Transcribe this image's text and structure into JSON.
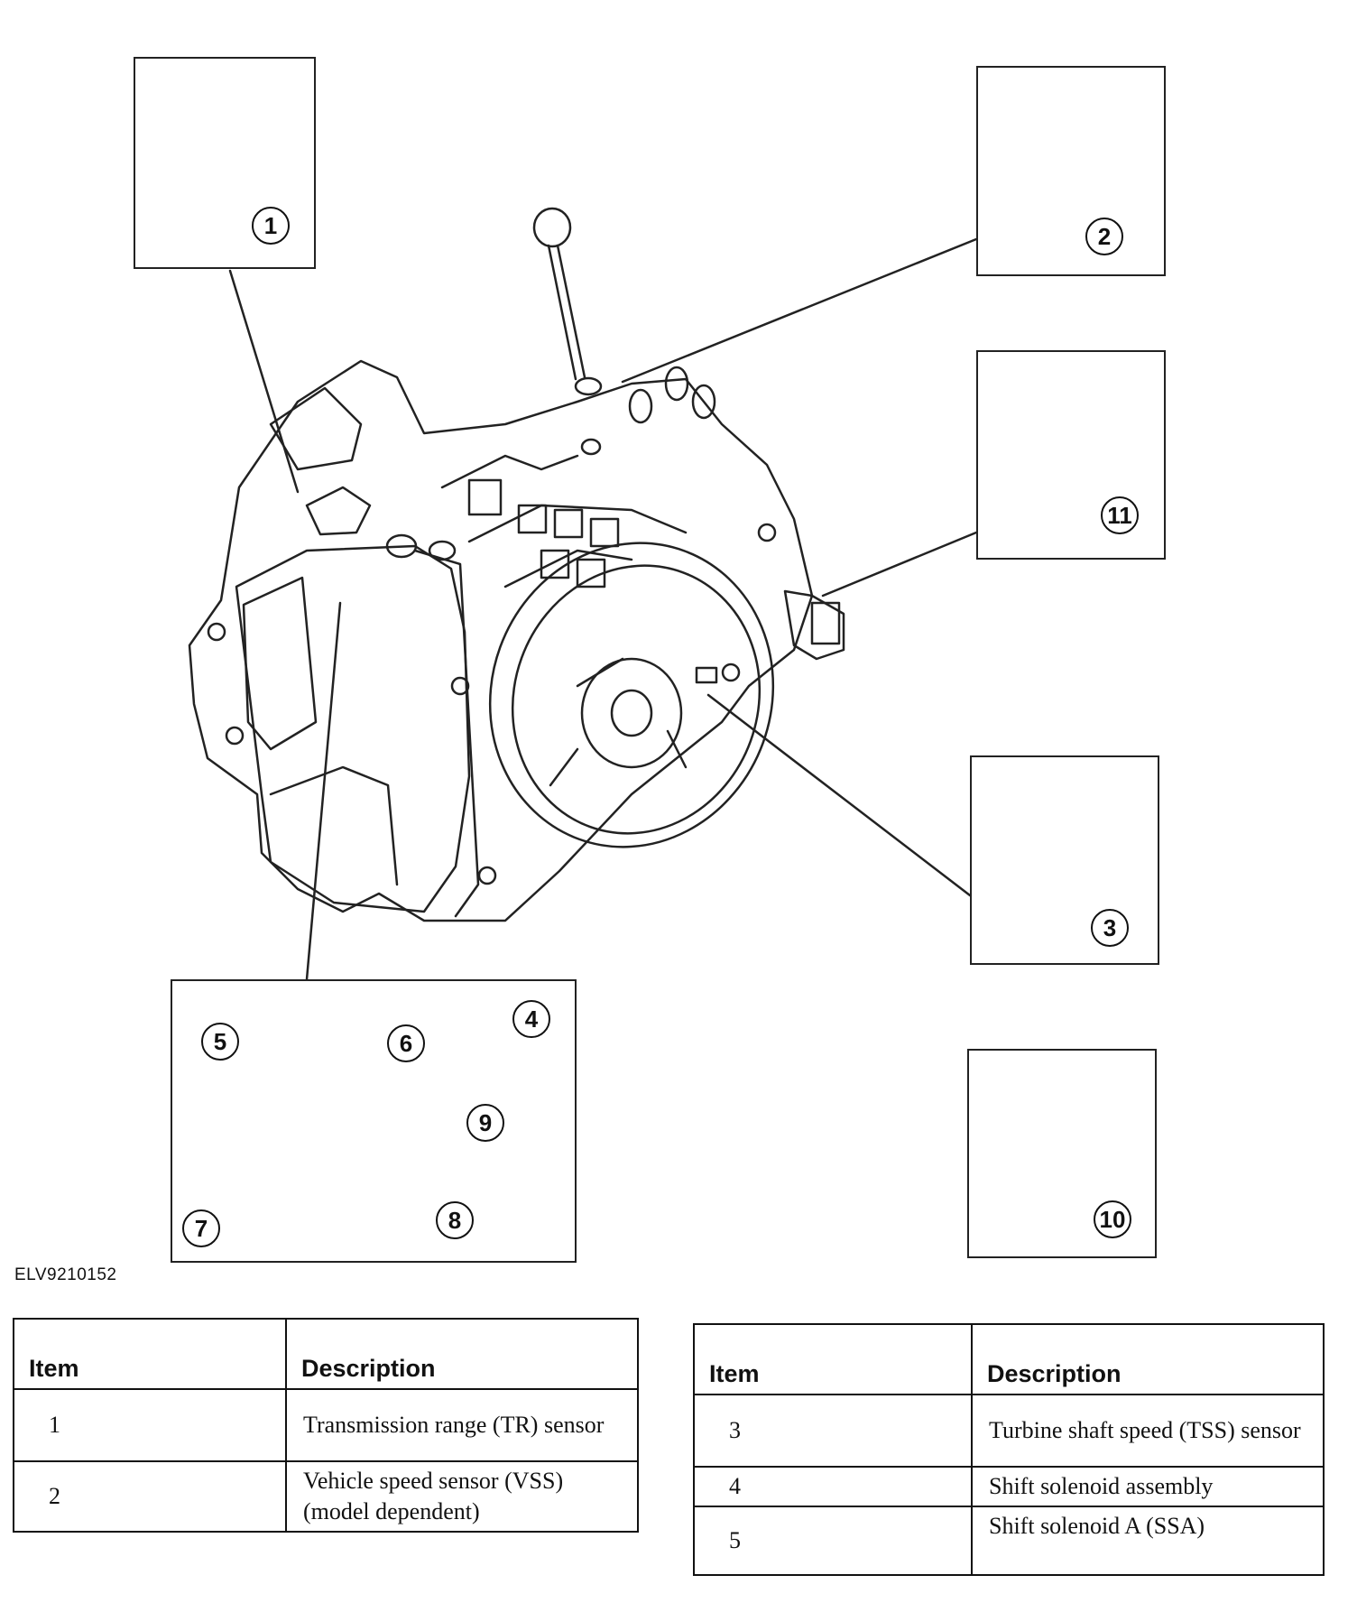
{
  "figure_code": "ELV9210152",
  "callouts": [
    "1",
    "2",
    "3",
    "4",
    "5",
    "6",
    "7",
    "8",
    "9",
    "10",
    "11"
  ],
  "table_left": {
    "header": {
      "item": "Item",
      "description": "Description"
    },
    "rows": [
      {
        "item": "1",
        "description": "Transmission range (TR) sensor"
      },
      {
        "item": "2",
        "description": "Vehicle speed sensor (VSS) (model dependent)"
      }
    ]
  },
  "table_right": {
    "header": {
      "item": "Item",
      "description": "Description"
    },
    "rows": [
      {
        "item": "3",
        "description": "Turbine shaft speed (TSS) sensor"
      },
      {
        "item": "4",
        "description": "Shift solenoid assembly"
      },
      {
        "item": "5",
        "description": "Shift solenoid A (SSA)"
      }
    ]
  }
}
